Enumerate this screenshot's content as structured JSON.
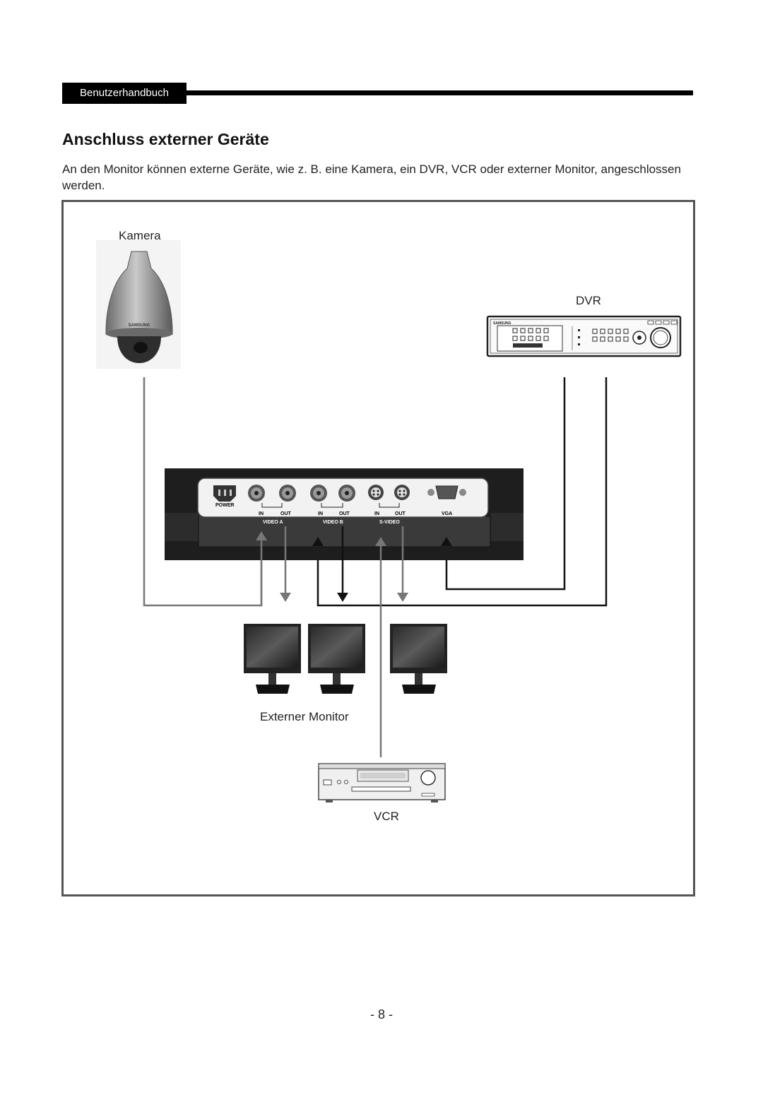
{
  "header": {
    "tab_label": "Benutzerhandbuch"
  },
  "section": {
    "title": "Anschluss externer Geräte",
    "intro": "An den Monitor können externe Geräte, wie z. B. eine Kamera, ein DVR, VCR oder externer Monitor, angeschlossen werden."
  },
  "diagram": {
    "camera_label": "Kamera",
    "camera_brand": "SAMSUNG",
    "dvr_label": "DVR",
    "dvr_brand": "SAMSUNG",
    "monitor_label": "Externer Monitor",
    "vcr_label": "VCR",
    "panel": {
      "power_label": "POWER",
      "in_label": "IN",
      "out_label": "OUT",
      "vga_label": "VGA",
      "video_a_label": "VIDEO A",
      "video_b_label": "VIDEO B",
      "s_video_label": "S-VIDEO"
    }
  },
  "footer": {
    "page_number": "- 8 -"
  }
}
